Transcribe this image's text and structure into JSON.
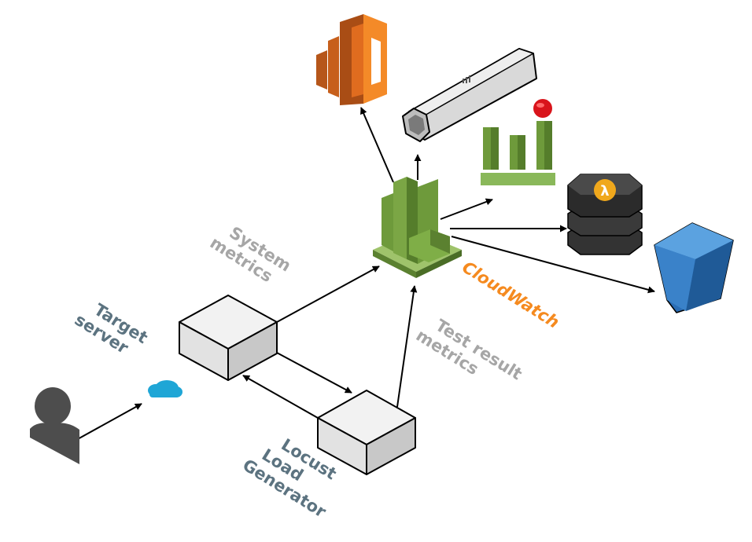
{
  "labels": {
    "system_metrics": [
      "System",
      "metrics"
    ],
    "test_result_metrics": [
      "Test result",
      "metrics"
    ],
    "cloudwatch": "CloudWatch",
    "target_server": [
      "Target",
      "server"
    ],
    "locust": [
      "Locust",
      "Load",
      "Generator"
    ]
  },
  "icons": {
    "user": "user-icon",
    "cloud": "cloud-icon",
    "target_server": "server-box-icon",
    "locust_generator": "server-box-icon",
    "cloudwatch": "cloudwatch-icon",
    "lambda": "lambda-icon",
    "kinesis": "kinesis-stream-icon",
    "alarm": "alarm-chart-icon",
    "lambda_stack": "lambda-stack-icon",
    "bucket": "s3-bucket-icon"
  },
  "colors": {
    "gray_label": "#a6a6a6",
    "blue_label": "#5c7380",
    "cloudwatch_label": "#f58a1f",
    "cloudwatch_green": "#6e9a3b",
    "lambda_orange": "#e06c1f",
    "bucket_blue": "#2a6db5",
    "cloud_cyan": "#1fa6d6"
  }
}
